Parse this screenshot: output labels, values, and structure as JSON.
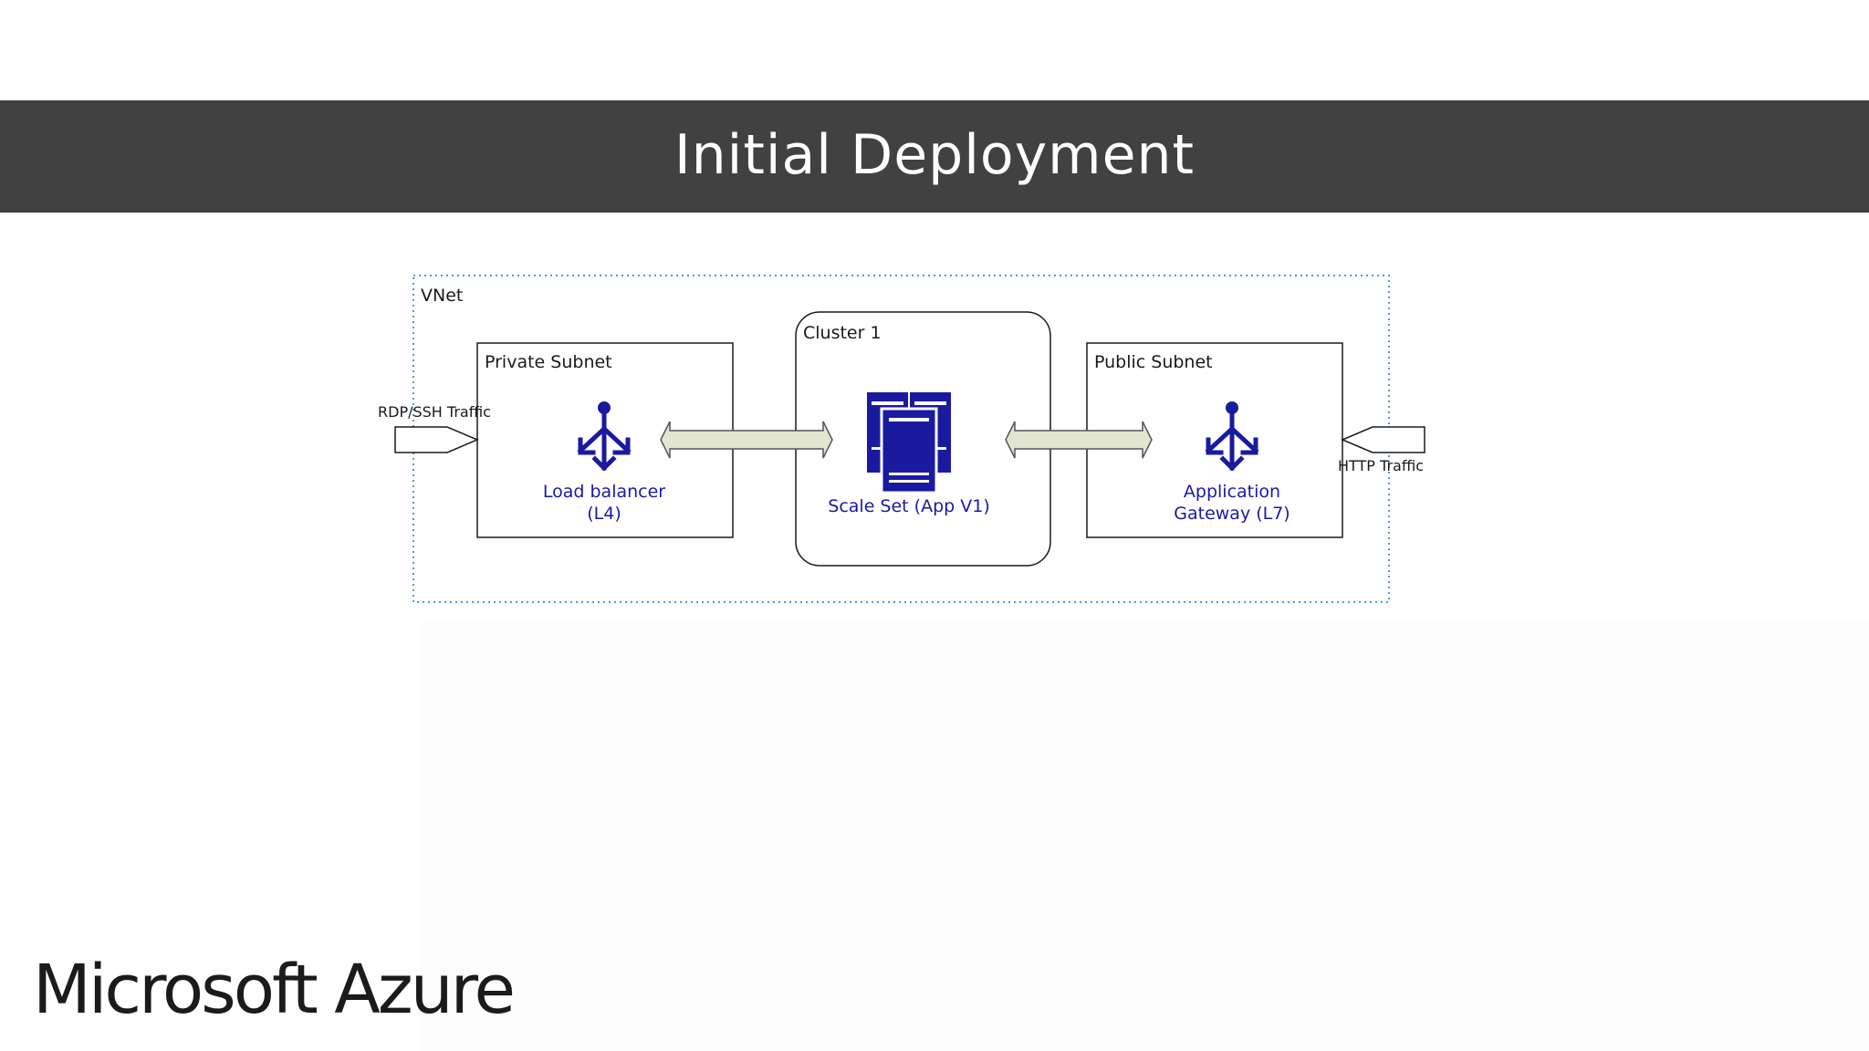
{
  "slide": {
    "title": "Initial Deployment"
  },
  "diagram": {
    "vnet_label": "VNet",
    "private_subnet_label": "Private Subnet",
    "cluster_label": "Cluster 1",
    "public_subnet_label": "Public Subnet",
    "load_balancer": {
      "line1": "Load balancer",
      "line2": "(L4)",
      "icon": "load-balancer-icon"
    },
    "scale_set": {
      "label": "Scale Set (App V1)",
      "icon": "server-stack-icon"
    },
    "app_gateway": {
      "line1": "Application",
      "line2": "Gateway (L7)",
      "icon": "application-gateway-icon"
    },
    "left_traffic_label": "RDP/SSH Traffic",
    "right_traffic_label": "HTTP Traffic"
  },
  "brand": {
    "logo_text": "Microsoft Azure"
  },
  "colors": {
    "title_bar": "#414141",
    "azure_blue": "#1a1aa0",
    "vnet_border": "#4a9fd0",
    "arrow_fill": "#e2e6d0"
  }
}
